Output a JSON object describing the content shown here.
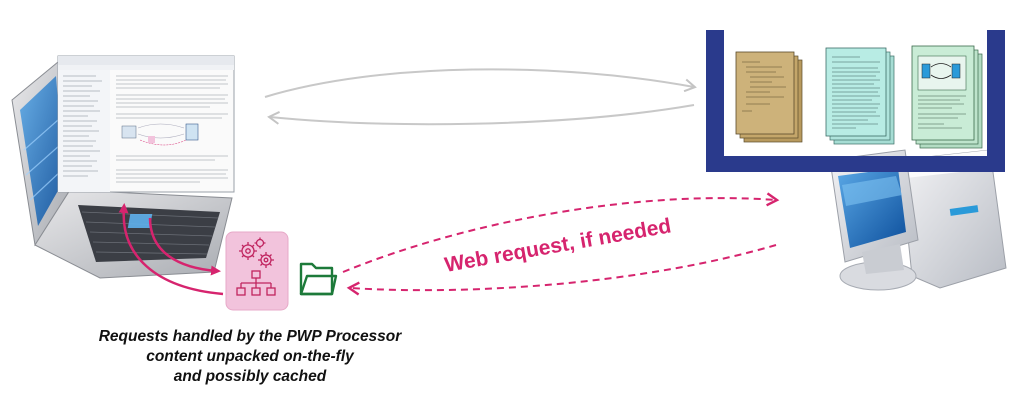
{
  "diagram": {
    "edge_label": "Web request, if needed",
    "caption_lines": [
      "Requests handled by the PWP Processor",
      "content unpacked on-the-fly",
      "and possibly cached"
    ],
    "colors": {
      "accent": "#d6246e",
      "processor_fill": "#f2c3dc",
      "folder": "#1d7a3a",
      "server_frame": "#2a3a8c",
      "arrow_grey": "#c8c8c8",
      "doc_tan": "#cdb27a",
      "doc_cyan": "#b8ece4",
      "doc_green": "#c9ecd6"
    },
    "icons": [
      "laptop-icon",
      "gears-icon",
      "hierarchy-icon",
      "folder-icon",
      "server-computer-icon",
      "document-stack-icon"
    ]
  }
}
